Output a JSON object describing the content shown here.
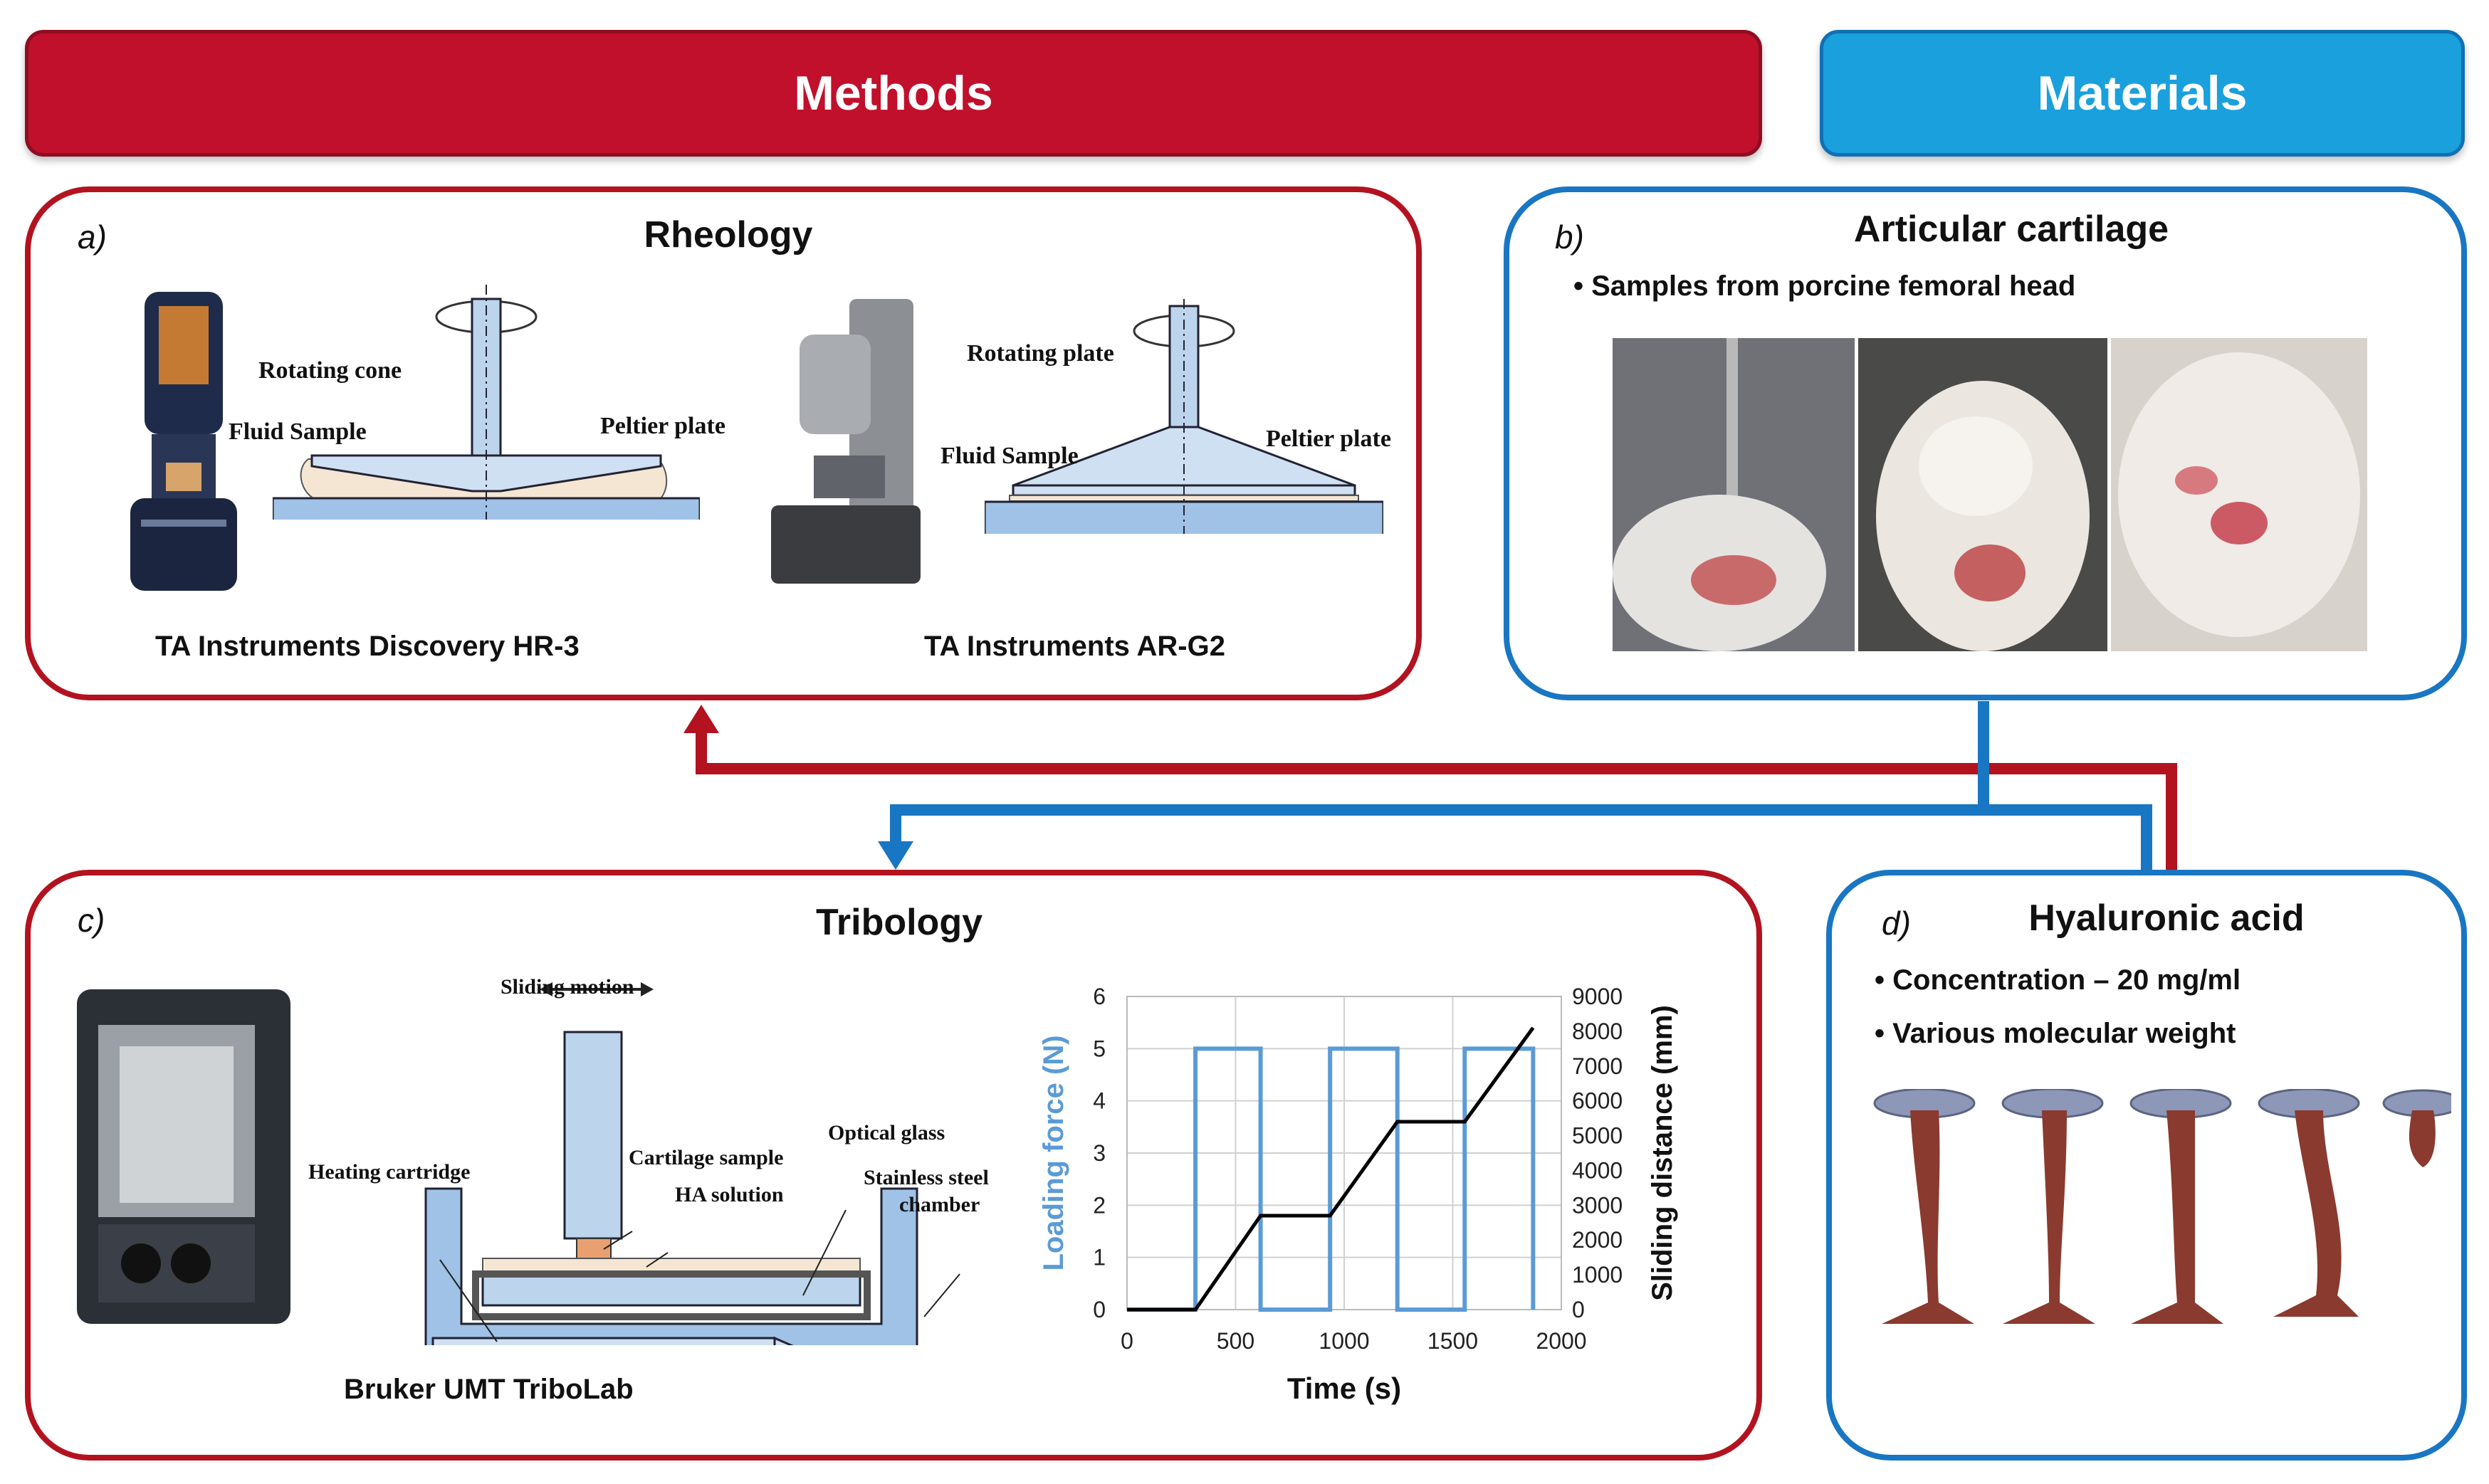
{
  "banners": {
    "methods": "Methods",
    "materials": "Materials"
  },
  "colors": {
    "methods_red": "#c0102c",
    "materials_blue": "#1aa0dc",
    "connector_red": "#b3121f",
    "connector_blue": "#1976c2",
    "force_series": "#5b9bd5",
    "distance_series": "#000000"
  },
  "rheology": {
    "label": "a)",
    "title": "Rheology",
    "left_diagram": {
      "rotating": "Rotating cone",
      "fluid": "Fluid Sample",
      "peltier": "Peltier plate"
    },
    "right_diagram": {
      "rotating": "Rotating plate",
      "fluid": "Fluid Sample",
      "peltier": "Peltier plate"
    },
    "instrument_left": "TA Instruments Discovery HR-3",
    "instrument_right": "TA Instruments AR-G2"
  },
  "cartilage": {
    "label": "b)",
    "title": "Articular cartilage",
    "bullet": "Samples from porcine femoral head"
  },
  "tribology": {
    "label": "c)",
    "title": "Tribology",
    "diagram": {
      "sliding": "Sliding motion",
      "heating": "Heating cartridge",
      "cartilage_sample": "Cartilage sample",
      "ha_solution": "HA solution",
      "optical_glass": "Optical glass",
      "chamber_line1": "Stainless steel",
      "chamber_line2": "chamber"
    },
    "instrument": "Bruker UMT TriboLab"
  },
  "hyaluronic": {
    "label": "d)",
    "title": "Hyaluronic acid",
    "bullets": [
      "Concentration – 20 mg/ml",
      "Various molecular weight"
    ]
  },
  "chart_data": {
    "type": "line",
    "xlabel": "Time (s)",
    "ylabel": "Loading force (N)",
    "y2label": "Sliding distance (mm)",
    "xlim": [
      0,
      2000
    ],
    "ylim": [
      0,
      6
    ],
    "y2lim": [
      0,
      9000
    ],
    "xticks": [
      0,
      500,
      1000,
      1500,
      2000
    ],
    "yticks": [
      0,
      1,
      2,
      3,
      4,
      5,
      6
    ],
    "y2ticks": [
      0,
      1000,
      2000,
      3000,
      4000,
      5000,
      6000,
      7000,
      8000,
      9000
    ],
    "grid": true,
    "series": [
      {
        "axis": "left",
        "color": "#5b9bd5",
        "x": [
          0,
          315,
          315,
          615,
          615,
          935,
          935,
          1245,
          1245,
          1555,
          1555,
          1870,
          1870
        ],
        "y": [
          0,
          0,
          5,
          5,
          0,
          0,
          5,
          5,
          0,
          0,
          5,
          5,
          0
        ]
      },
      {
        "axis": "right",
        "color": "#000000",
        "x": [
          0,
          315,
          615,
          935,
          1245,
          1555,
          1870
        ],
        "y": [
          0,
          0,
          2700,
          2700,
          5400,
          5400,
          8100
        ]
      }
    ]
  }
}
